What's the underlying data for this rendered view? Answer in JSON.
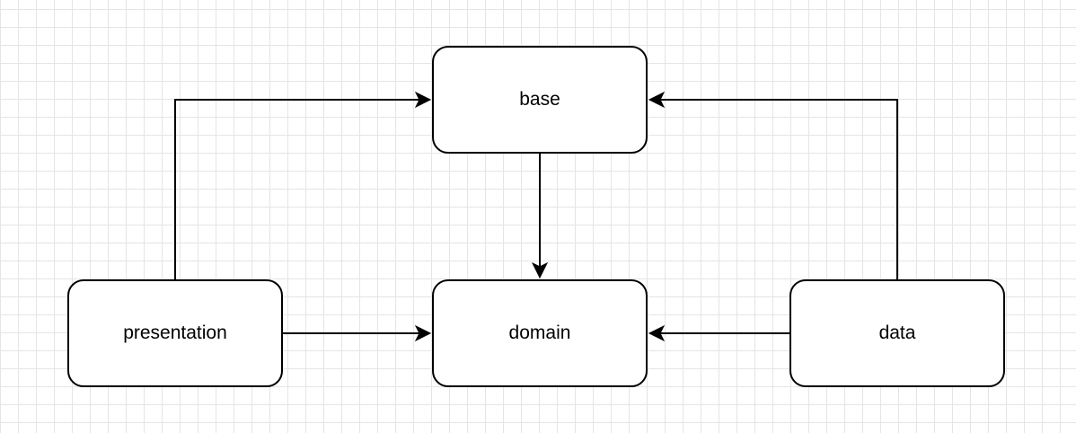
{
  "diagram": {
    "nodes": [
      {
        "id": "base",
        "label": "base"
      },
      {
        "id": "presentation",
        "label": "presentation"
      },
      {
        "id": "domain",
        "label": "domain"
      },
      {
        "id": "data",
        "label": "data"
      }
    ],
    "edges": [
      {
        "from": "presentation",
        "to": "base"
      },
      {
        "from": "data",
        "to": "base"
      },
      {
        "from": "base",
        "to": "domain"
      },
      {
        "from": "presentation",
        "to": "domain"
      },
      {
        "from": "data",
        "to": "domain"
      }
    ],
    "colors": {
      "stroke": "#000000",
      "fill": "#ffffff",
      "grid": "#e5e5e5"
    }
  }
}
